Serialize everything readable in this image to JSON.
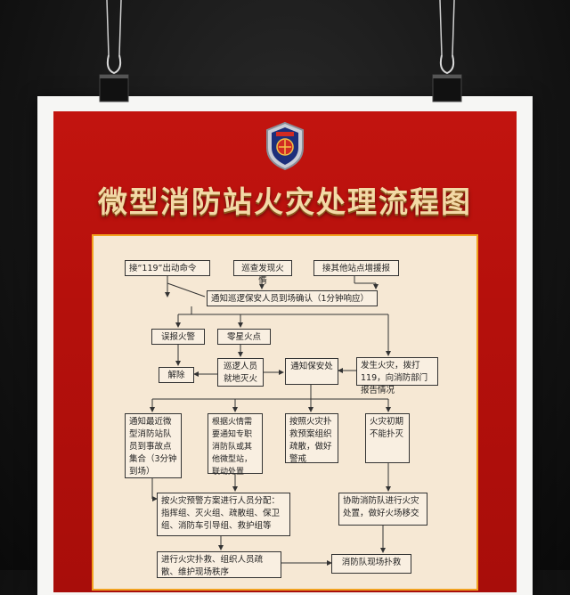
{
  "title": "微型消防站火灾处理流程图",
  "flow": {
    "receive_119": "接“119”出动命令",
    "patrol_found": "巡查发现火情",
    "other_station": "接其他站点增援报",
    "notify_patrol": "通知巡逻保安人员到场确认（1分钟响应）",
    "false_alarm": "误报火警",
    "small_fire": "零星火点",
    "cancel": "解除",
    "patrol_extinguish": "巡逻人员就地灭火",
    "notify_security": "通知保安处",
    "fire_occurs": "发生火灾，拨打119，向消防部门报告情况",
    "notify_nearest": "通知最近微型消防站队员到事故点集合（3分钟到场）",
    "per_fire_situation": "根据火情需要通知专职消防队或其他微型站，联动处置",
    "per_plan_evacuate": "按照火灾扑救预案组织疏散，做好警戒",
    "early_fail": "火灾初期不能扑灭",
    "assign_by_plan": "按火灾预警方案进行人员分配：指挥组、灭火组、疏散组、保卫组、消防车引导组、救护组等",
    "assist_fire_brigade": "协助消防队进行火灾处置，做好火场移交",
    "carry_out": "进行火灾扑救、组织人员疏散、维护现场秩序",
    "fire_brigade_scene": "消防队现场扑救"
  }
}
